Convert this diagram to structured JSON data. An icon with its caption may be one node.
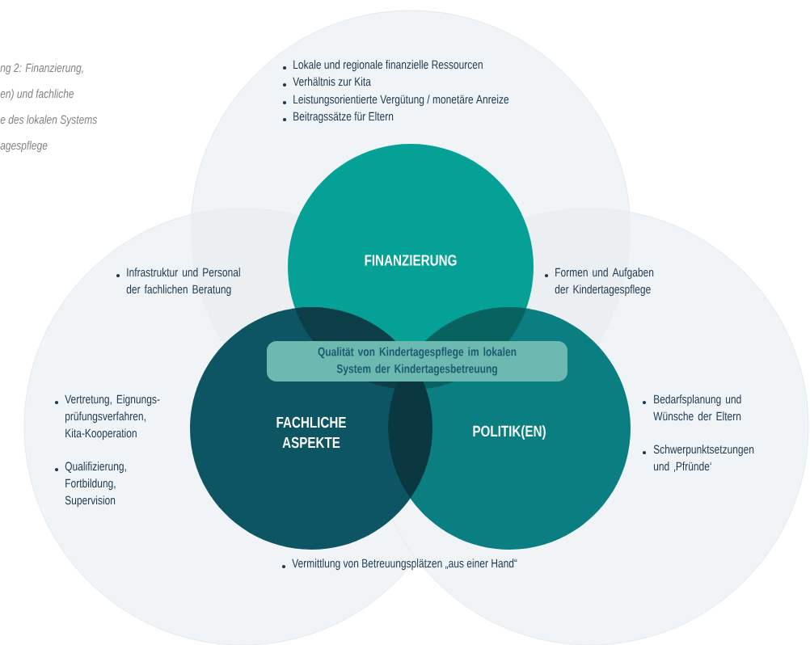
{
  "diagram": {
    "nodes": [
      {
        "text": [
          "Lokale und regionale finanzielle Ressourcen",
          "Verhältnis zur Kita",
          "Leistungsorientierte Vergütung / monetäre Anreize",
          "Beitragssätze für Eltern"
        ]
      },
      {
        "text": [
          "Vertretung, Eignungs- prüfungsverfahren, Kita-Kooperation",
          "Qualifizierung, Fortbildung, Supervision"
        ]
      },
      {
        "text": [
          "Bedarfsplanung und Wünsche der Eltern",
          "Schwerpunktsetzungen und ‚Pfründe‘"
        ]
      },
      {
        "text": [
          "FINANZIERUNG"
        ]
      },
      {
        "text": [
          "FACHLICHE ASPEKTE"
        ]
      },
      {
        "text": [
          "POLITIK(EN)"
        ]
      },
      {
        "text": [
          "Qualität von Kindertagespflege im lokalen System der Kindertagesbetreuung"
        ]
      }
    ],
    "labels": [
      "ng 2: Finanzierung,",
      "en) und fachliche",
      "e des lokalen Systems",
      "agespflege",
      "Infrastruktur und Personal der fachlichen Beratung",
      "Formen und Aufgaben der Kindertagespflege",
      "Vermittlung von Betreuungsplätzen „aus einer Hand“"
    ]
  }
}
